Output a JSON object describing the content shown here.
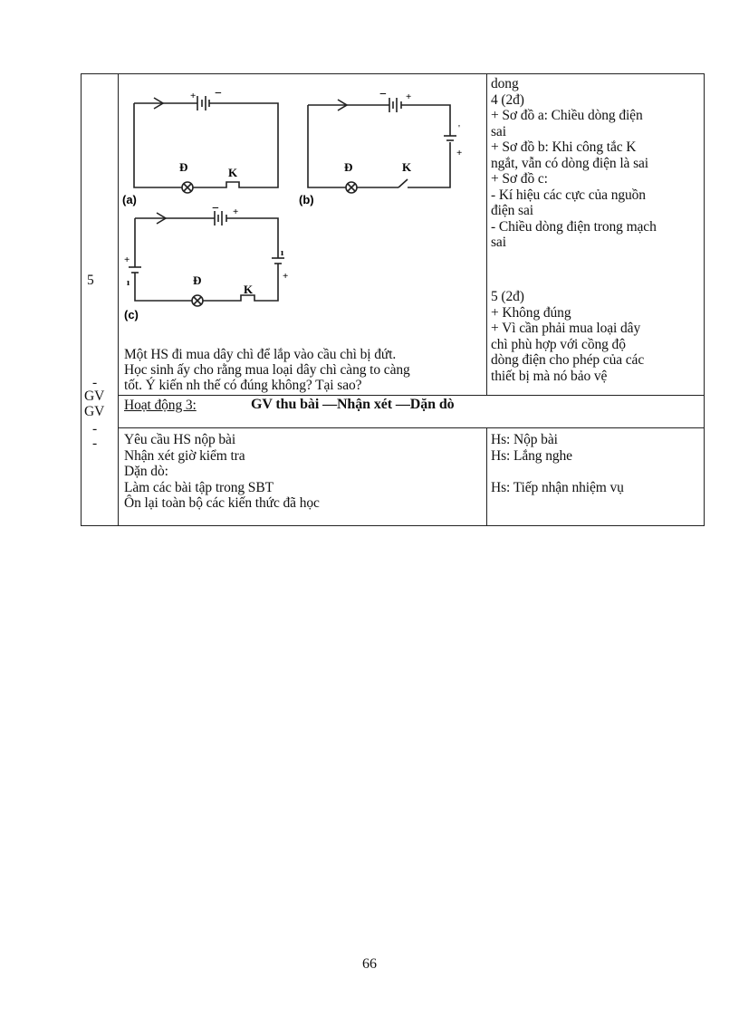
{
  "table": {
    "row_exercise": {
      "number": "5",
      "side_marks": [
        "-",
        "GV",
        "GV",
        "-",
        "-"
      ],
      "circuits": [
        {
          "label": "(a)",
          "lamp": "Đ",
          "switch": "K",
          "battery_left": "+",
          "battery_right": "−"
        },
        {
          "label": "(b)",
          "lamp": "Đ",
          "switch": "K",
          "battery_left": "−",
          "battery_right": "+",
          "side_source_marks": [
            "'",
            "+"
          ]
        },
        {
          "label": "(c)",
          "lamp": "Đ",
          "switch": "K",
          "battery_left": "−",
          "battery_right": "+",
          "left_source_marks": [
            "+",
            "ı"
          ],
          "right_source_marks": [
            "ı",
            "+"
          ]
        }
      ],
      "question": [
        "Một HS đi mua dây chì để lắp vào cầu chì bị đứt.",
        "Học sinh ấy cho rằng mua loại dây chì càng to càng",
        "tốt. Ý kiến nh   thế có đúng không? Tại sao?"
      ],
      "answers": [
        "dong",
        "4 (2đ)",
        "+ Sơ đồ a: Chiều dòng điện",
        "sai",
        "+ Sơ đồ b: Khi công tắc K",
        "ngắt, vẫn có dòng điện là sai",
        "+ Sơ đồ c:",
        "- Kí hiệu các cực của nguồn",
        "điện sai",
        "- Chiều dòng điện trong mạch",
        "sai"
      ],
      "answers2": [
        "5 (2đ)",
        "+ Không đúng",
        "+ Vì cần phải mua loại dây",
        "chì phù hợp với cồng    độ",
        "dòng điện cho phép của các",
        "thiết bị mà nó bảo vệ"
      ]
    },
    "activity": {
      "label": "Hoạt động 3:",
      "title": "GV thu bài —Nhận xét —Dặn dò"
    },
    "row_final": {
      "teacher": [
        "Yêu cầu HS nộp bài",
        "Nhận xét giờ kiểm tra",
        "Dặn dò:",
        "Làm các bài tập trong SBT",
        "Ôn lại toàn bộ các kiến thức đã học"
      ],
      "student": [
        "Hs: Nộp bài",
        "Hs: Lắng nghe",
        "",
        "Hs: Tiếp nhận nhiệm vụ"
      ]
    }
  },
  "page_number": "66"
}
